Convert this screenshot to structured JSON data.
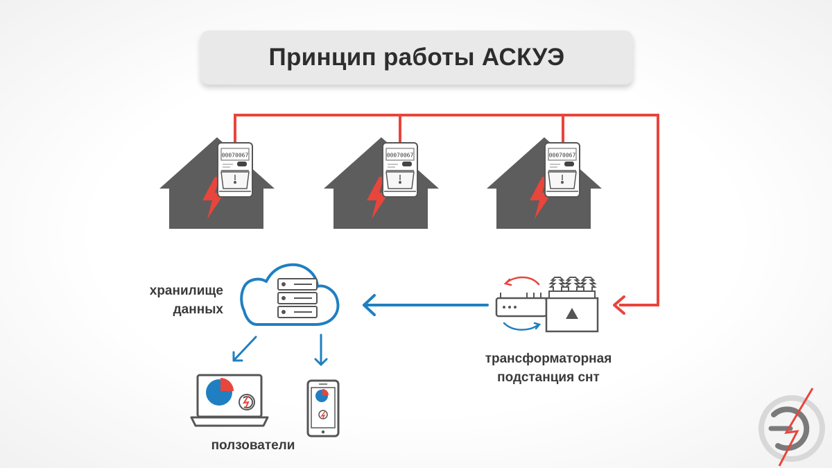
{
  "title": "Принцип работы АСКУЭ",
  "labels": {
    "storage_line1": "хранилище",
    "storage_line2": "данных",
    "substation_line1": "трансформаторная",
    "substation_line2": "подстанция снт",
    "users": "ползователи"
  },
  "meter_display": "00070067",
  "colors": {
    "power_line": "#e8453c",
    "data_flow": "#1f7fc1",
    "house": "#5d5d5d",
    "title_bg": "#e9e9e9"
  },
  "icons": [
    "house-icon",
    "lightning-icon",
    "electric-meter-icon",
    "cloud-storage-icon",
    "server-icon",
    "transformer-icon",
    "router-icon",
    "laptop-icon",
    "smartphone-icon",
    "pie-chart-icon",
    "brand-logo-icon"
  ]
}
